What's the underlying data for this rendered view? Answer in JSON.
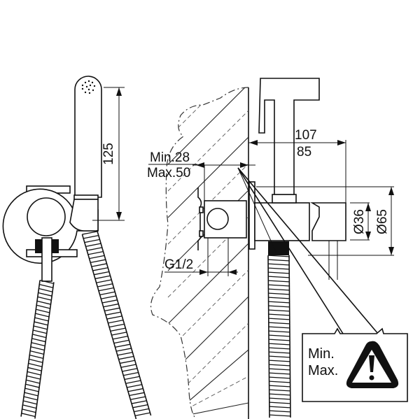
{
  "title": "Bidet shower mixer technical drawing",
  "dimensions": {
    "handset_length": "125",
    "wall_depth_min": "Min.28",
    "wall_depth_max": "Max.50",
    "thread_size": "G1/2",
    "projection_outer": "107",
    "projection_inner": "85",
    "diameter_small": "Ø36",
    "diameter_large": "Ø65"
  },
  "warning_callout": {
    "line1": "Min.",
    "line2": "Max.",
    "icon": "warning-triangle-icon"
  },
  "colors": {
    "line": "#111111",
    "background": "#ffffff",
    "hatch": "#555555"
  }
}
